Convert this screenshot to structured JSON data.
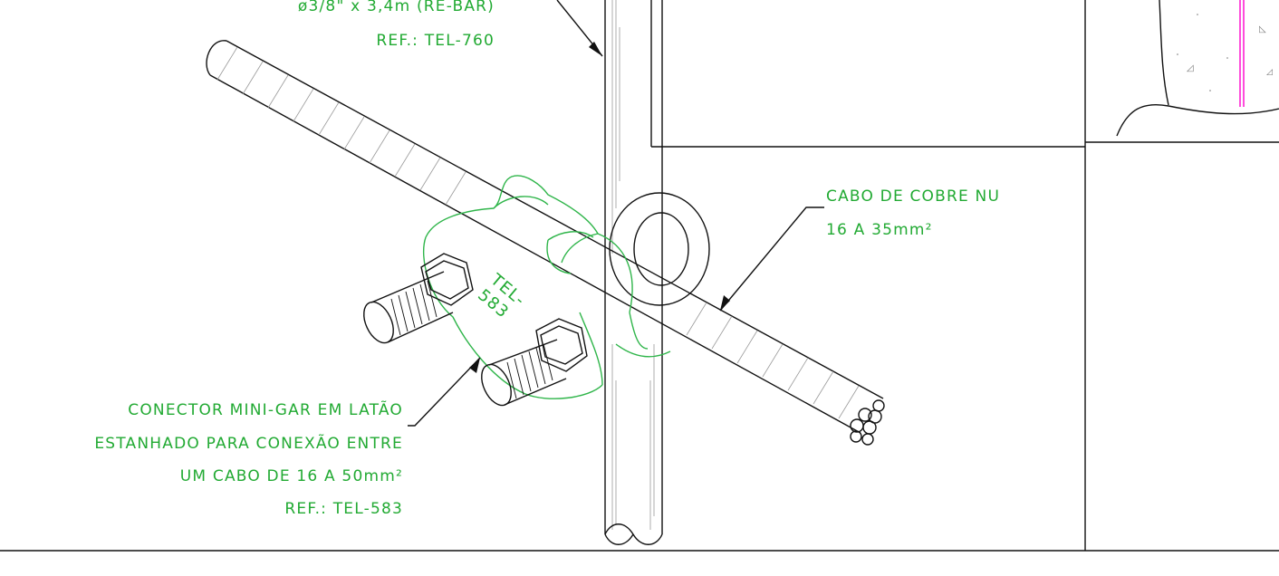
{
  "labels": {
    "rebar_line1": "ø3/8\" x 3,4m (RE-BAR)",
    "rebar_ref": "REF.: TEL-760",
    "cable_line1": "CABO DE COBRE NU",
    "cable_line2": "16 A 35mm²",
    "connector_line1": "CONECTOR MINI-GAR EM LATÃO",
    "connector_line2": "ESTANHADO PARA CONEXÃO ENTRE",
    "connector_line3": "UM CABO DE 16 A 50mm²",
    "connector_ref": "REF.: TEL-583",
    "stamp_line1": "TEL-",
    "stamp_line2": "583"
  },
  "colors": {
    "annotation": "#22aa33",
    "outline": "#111111",
    "rebar_highlight": "#ff00cc"
  }
}
